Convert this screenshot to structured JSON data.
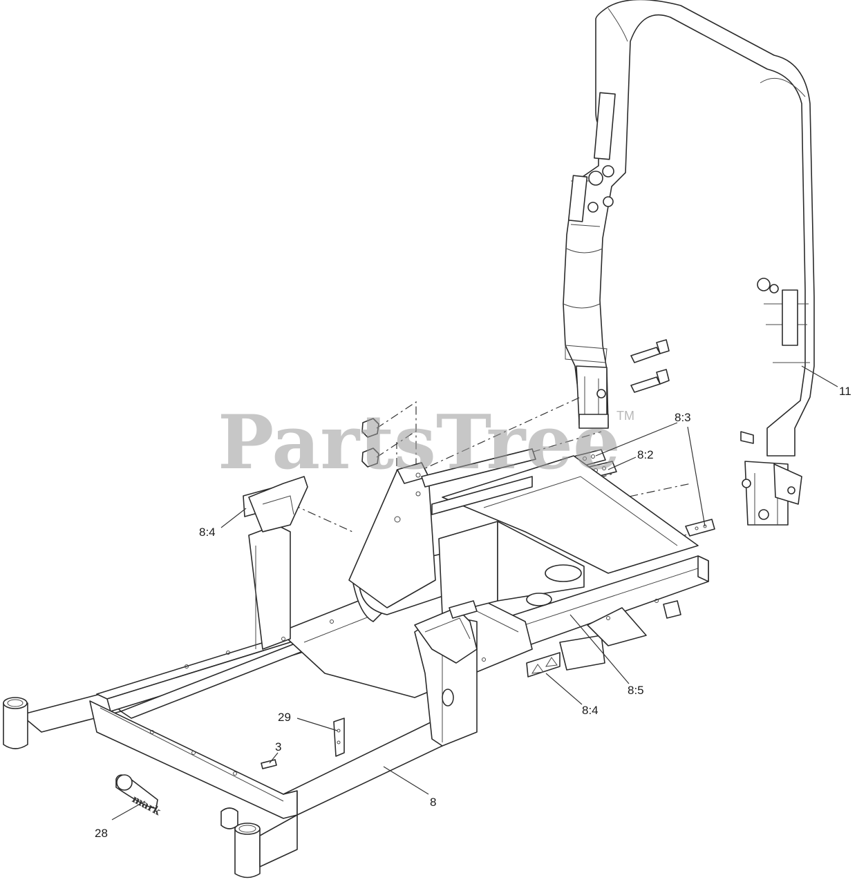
{
  "watermark": {
    "text": "PartsTree",
    "trademark": "TM"
  },
  "decal_text": "mark",
  "callouts": [
    {
      "id": "11",
      "label": "11"
    },
    {
      "id": "8_3",
      "label": "8:3"
    },
    {
      "id": "8_2",
      "label": "8:2"
    },
    {
      "id": "8_4_left",
      "label": "8:4"
    },
    {
      "id": "8_5",
      "label": "8:5"
    },
    {
      "id": "8_4_right",
      "label": "8:4"
    },
    {
      "id": "29",
      "label": "29"
    },
    {
      "id": "3",
      "label": "3"
    },
    {
      "id": "8",
      "label": "8"
    },
    {
      "id": "28",
      "label": "28"
    }
  ]
}
